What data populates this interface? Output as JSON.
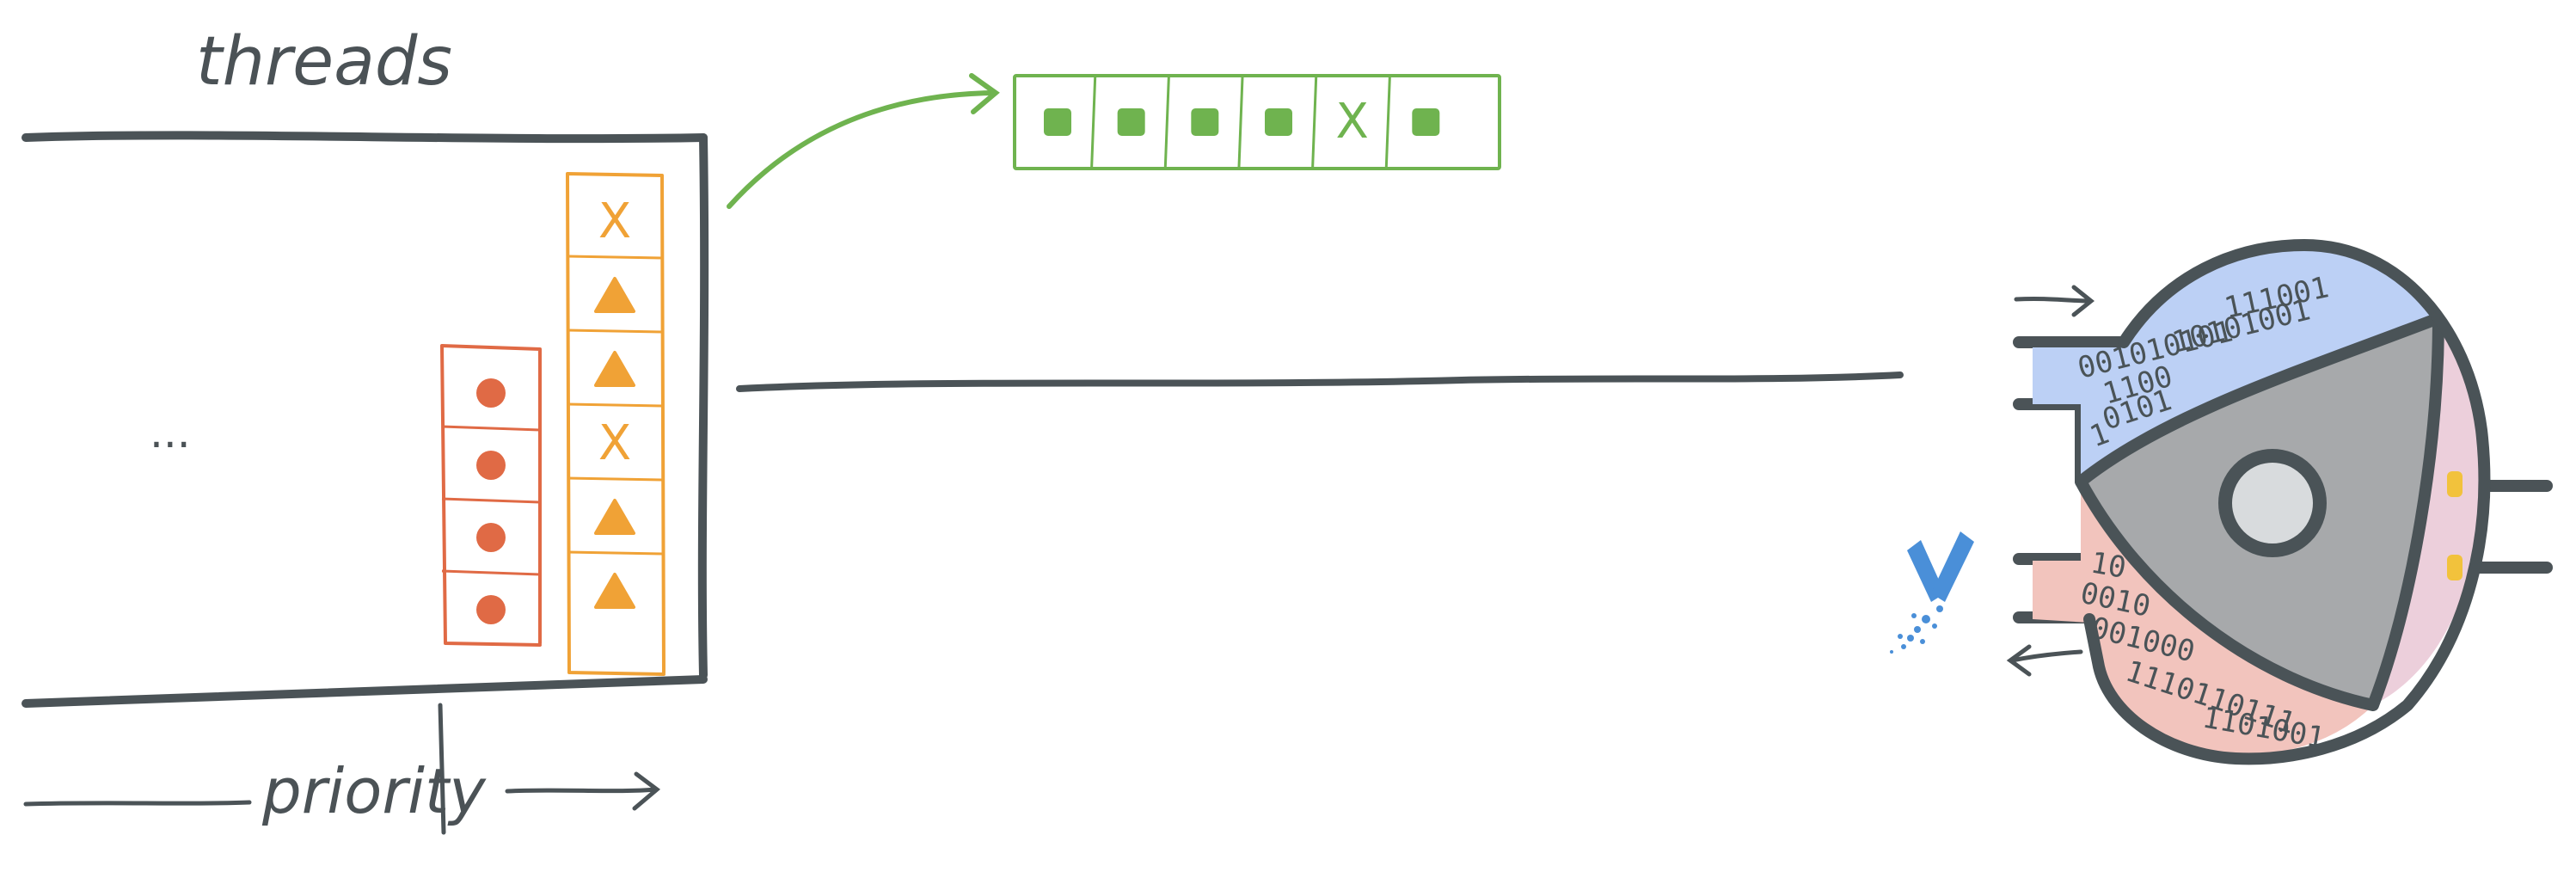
{
  "labels": {
    "threads": "threads",
    "priority": "priority",
    "ellipsis": "..."
  },
  "queues": {
    "low_priority": {
      "color": "#e06a45",
      "slots": [
        "dot",
        "dot",
        "dot",
        "dot"
      ]
    },
    "high_priority": {
      "color": "#f0a236",
      "slots": [
        "x",
        "triangle",
        "triangle",
        "x",
        "triangle",
        "triangle"
      ]
    }
  },
  "output_buffer": {
    "color": "#6fb34f",
    "slots": [
      "square",
      "square",
      "square",
      "square",
      "x",
      "square"
    ]
  },
  "engine": {
    "input_bits": [
      "111001",
      "10101001",
      "001010101",
      "1100",
      "0101",
      "1"
    ],
    "output_bits": [
      "10",
      "0010",
      "001000",
      "1110110111",
      "1101001"
    ],
    "colors": {
      "intake_fill": "#bcd0f5",
      "exhaust_fill": "#f2c4bd",
      "rotor_fill": "#a7a9ab",
      "hub_fill": "#d8dbdd",
      "right_band_fill": "#eccfdb",
      "spark": "#f2c23c",
      "outline": "#4a5357"
    }
  },
  "symbols": {
    "x": "X"
  }
}
